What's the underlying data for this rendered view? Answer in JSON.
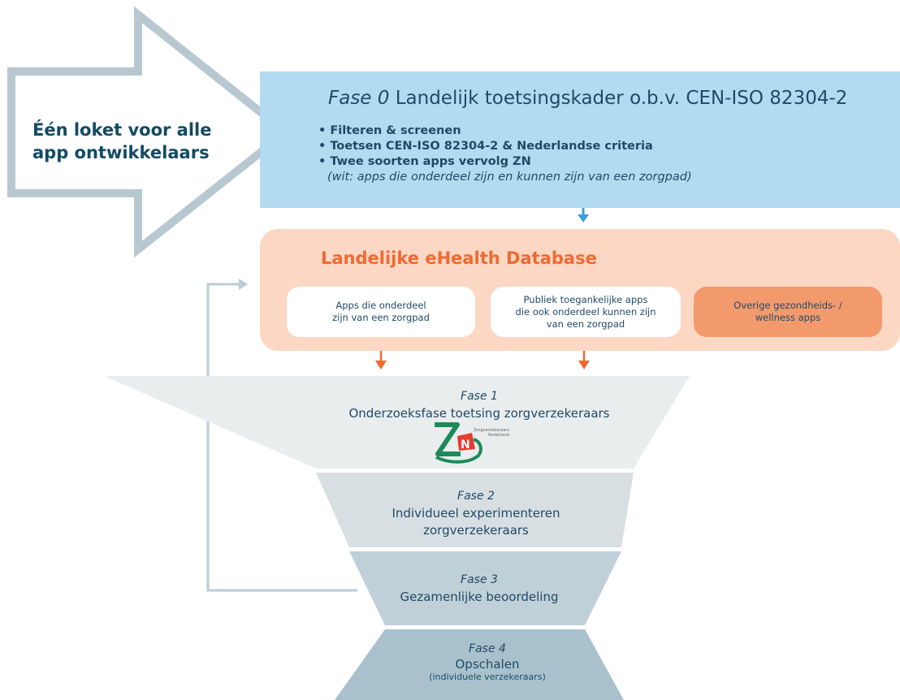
{
  "hero": {
    "text": "Één loket voor alle app ontwikkelaars"
  },
  "phase0": {
    "phase": "Fase 0",
    "title": "Landelijk toetsingskader o.b.v. CEN-ISO 82304-2",
    "bullets": [
      "Filteren & screenen",
      "Toetsen CEN-ISO 82304-2 & Nederlandse criteria",
      "Twee soorten apps vervolg ZN"
    ],
    "note": "(wit: apps die onderdeel zijn en kunnen zijn van een zorgpad)"
  },
  "database": {
    "title": "Landelijke eHealth Database",
    "categories": [
      {
        "label": "Apps die onderdeel\nzijn van een zorgpad"
      },
      {
        "label": "Publiek toegankelijke apps\ndie ook onderdeel kunnen zijn\nvan een zorgpad"
      },
      {
        "label": "Overige gezondheids- /\nwellness apps"
      }
    ]
  },
  "phases": [
    {
      "phase": "Fase 1",
      "name": "Onderzoeksfase toetsing zorgverzekeraars"
    },
    {
      "phase": "Fase 2",
      "name": "Individueel experimenteren",
      "name2": "zorgverzekeraars"
    },
    {
      "phase": "Fase 3",
      "name": "Gezamenlijke beoordeling"
    },
    {
      "phase": "Fase 4",
      "name": "Opschalen",
      "sub": "(individuele verzekeraars)"
    }
  ],
  "logo": {
    "text_line1": "Zorgverzekeraars",
    "text_line2": "Nederland"
  },
  "colors": {
    "blue_box": "#b2dbf1",
    "orange_box": "#fbd7c4",
    "orange_accent": "#ee6a31",
    "arrow_blue": "#3b9fd8",
    "funnel1": "#eaedee",
    "funnel2": "#d8dfe3",
    "funnel3": "#c0d0d8",
    "funnel4": "#a9c1cc",
    "logo_green": "#1e8a5b"
  }
}
